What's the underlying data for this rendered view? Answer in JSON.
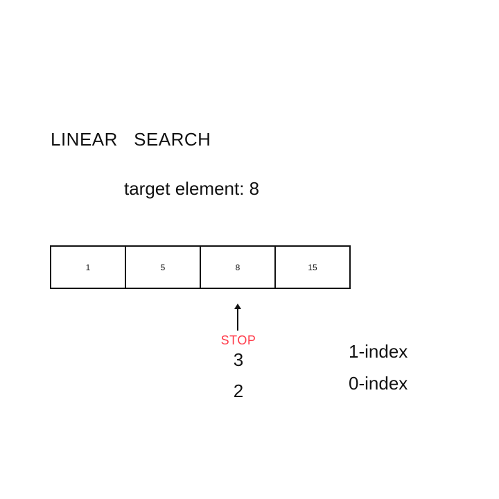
{
  "title": "LINEAR   SEARCH",
  "target_label": "target element: 8",
  "array": [
    "1",
    "5",
    "8",
    "15"
  ],
  "pointer": {
    "stop_label": "STOP",
    "stop_color": "#ff3b4a",
    "one_index_value": "3",
    "zero_index_value": "2"
  },
  "index_labels": {
    "one_index": "1-index",
    "zero_index": "0-index"
  }
}
